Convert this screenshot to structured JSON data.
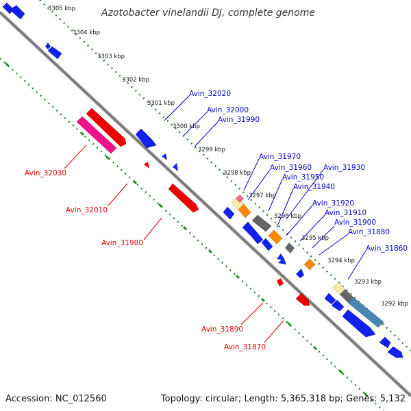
{
  "title": "Azotobacter vinelandii DJ, complete genome",
  "accession": "Accession: NC_012560",
  "topology": "Topology: circular; Length: 5,365,318 bp; Genes: 5,132",
  "colors": {
    "forward": "#0000ee",
    "reverse": "#ee0000",
    "pink": "#ee1188",
    "orange": "#ff8800",
    "gray": "#666666",
    "steel": "#4a86b0",
    "cream": "#f4eeaa",
    "backbone": "#888888",
    "tick": "#228822",
    "label_line_blue": "#0000cc",
    "label_line_red": "#dd0000"
  },
  "kbp_ticks": [
    "3305 kbp",
    "3304 kbp",
    "3303 kbp",
    "3302 kbp",
    "3301 kbp",
    "3300 kbp",
    "3299 kbp",
    "3298 kbp",
    "3297 kbp",
    "3296 kbp",
    "3295 kbp",
    "3294 kbp",
    "3293 kbp",
    "3292 kbp"
  ],
  "forward_labels": [
    "Avin_32020",
    "Avin_32000",
    "Avin_31990",
    "Avin_31970",
    "Avin_31960",
    "Avin_31950",
    "Avin_31930",
    "Avin_31940",
    "Avin_31920",
    "Avin_31910",
    "Avin_31900",
    "Avin_31880",
    "Avin_31860"
  ],
  "reverse_labels": [
    "Avin_32030",
    "Avin_32010",
    "Avin_31980",
    "Avin_31890",
    "Avin_31870"
  ]
}
